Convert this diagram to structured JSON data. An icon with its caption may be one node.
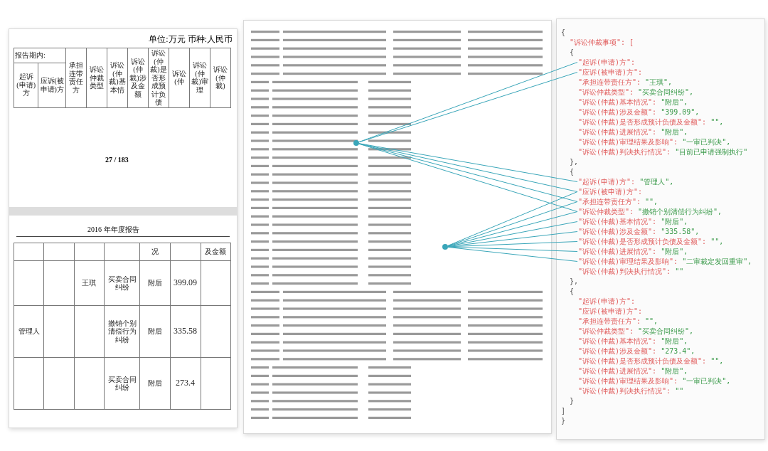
{
  "diagram": {
    "nodes": [
      {
        "text": [],
        "shape": "circle"
      },
      {
        "text": [],
        "shape": "circle"
      },
      {
        "text": [
          "\"起诉(申请)方\":"
        ]
      },
      {
        "text": [
          "\"应诉(被申请)方\":"
        ]
      },
      {
        "text": [
          "\"起诉(申请)方\":",
          "\"管理人\","
        ]
      },
      {
        "text": [
          "\"应诉(被申请)方\":"
        ]
      },
      {
        "text": [
          "\"承担连带责任方\":",
          "\"\","
        ]
      },
      {
        "text": [
          "\"诉讼仲裁类型\":",
          "\"撤销个别清偿行为纠纷\","
        ]
      },
      {
        "text": [
          "\"诉讼(仲裁)基本情况\":",
          "\"附后\","
        ]
      },
      {
        "text": [
          "\"诉讼(仲裁)涉及金额\":",
          "\"335.58\","
        ]
      },
      {
        "text": [
          "\"诉讼(仲裁)是否形成预计负债及金额\":",
          "\"\","
        ]
      },
      {
        "text": [
          "\"诉讼(仲裁)进展情况\":",
          "\"附后\","
        ]
      },
      {
        "text": [
          "\"诉讼(仲裁)审理结果及影响\":",
          "\"二审裁定发回重审\","
        ]
      }
    ],
    "edges": [
      {
        "from": 0,
        "to": 2,
        "arrow": "none"
      },
      {
        "from": 0,
        "to": 3,
        "arrow": "none"
      },
      {
        "from": 0,
        "to": 4,
        "arrow": "none"
      },
      {
        "from": 0,
        "to": 5,
        "arrow": "none"
      },
      {
        "from": 0,
        "to": 6,
        "arrow": "none"
      },
      {
        "from": 0,
        "to": 7,
        "arrow": "none"
      },
      {
        "from": 1,
        "to": 5,
        "arrow": "none"
      },
      {
        "from": 1,
        "to": 6,
        "arrow": "none"
      },
      {
        "from": 1,
        "to": 7,
        "arrow": "none"
      },
      {
        "from": 1,
        "to": 8,
        "arrow": "none"
      },
      {
        "from": 1,
        "to": 9,
        "arrow": "none"
      },
      {
        "from": 1,
        "to": 10,
        "arrow": "none"
      },
      {
        "from": 1,
        "to": 11,
        "arrow": "none"
      },
      {
        "from": 1,
        "to": 12,
        "arrow": "none"
      }
    ],
    "labels": [
      "单位:万元 币种:人民币",
      "报告期内:",
      "起诉(申请)方",
      "应诉(被申请)方",
      "承担连带责任方",
      "诉讼仲裁类型",
      "诉讼(仲裁)基本情",
      "诉讼(仲裁)涉及金额",
      "诉讼(仲裁)是否形成预计负债",
      "诉讼(仲",
      "诉讼(仲裁)审理",
      "诉讼(仲裁)",
      "27 / 183",
      "2016 年年度报告",
      "况",
      "及金额",
      "王琪",
      "买卖合同纠纷",
      "附后",
      "399.09",
      "管理人",
      "撤销个别清偿行为纠纷",
      "附后",
      "335.58",
      "买卖合同纠纷",
      "附后",
      "273.4",
      "{",
      "\"诉讼仲裁事项\": [",
      "{",
      "\"承担连带责任方\":",
      "\"王琪\",",
      "\"诉讼仲裁类型\":",
      "\"买卖合同纠纷\",",
      "\"诉讼(仲裁)基本情况\":",
      "\"附后\",",
      "\"诉讼(仲裁)涉及金额\":",
      "\"399.09\",",
      "\"诉讼(仲裁)是否形成预计负债及金额\":",
      "\"\",",
      "\"诉讼(仲裁)进展情况\":",
      "\"附后\",",
      "\"诉讼(仲裁)审理结果及影响\":",
      "\"一审已判决\",",
      "\"诉讼(仲裁)判决执行情况\":",
      "\"目前已申请强制执行\"",
      "},",
      "{",
      "\"诉讼(仲裁)判决执行情况\":",
      "\"\"",
      "},",
      "{",
      "\"起诉(申请)方\":",
      "\"应诉(被申请)方\":",
      "\"承担连带责任方\":",
      "\"\",",
      "\"诉讼仲裁类型\":",
      "\"买卖合同纠纷\",",
      "\"诉讼(仲裁)基本情况\":",
      "\"附后\",",
      "\"诉讼(仲裁)涉及金额\":",
      "\"273.4\",",
      "\"诉讼(仲裁)是否形成预计负债及金额\":",
      "\"\",",
      "\"诉讼(仲裁)进展情况\":",
      "\"附后\",",
      "\"诉讼(仲裁)审理结果及影响\":",
      "\"一审已判决\",",
      "\"诉讼(仲裁)判决执行情况\":",
      "\"\"",
      "}",
      "]",
      "}"
    ]
  }
}
